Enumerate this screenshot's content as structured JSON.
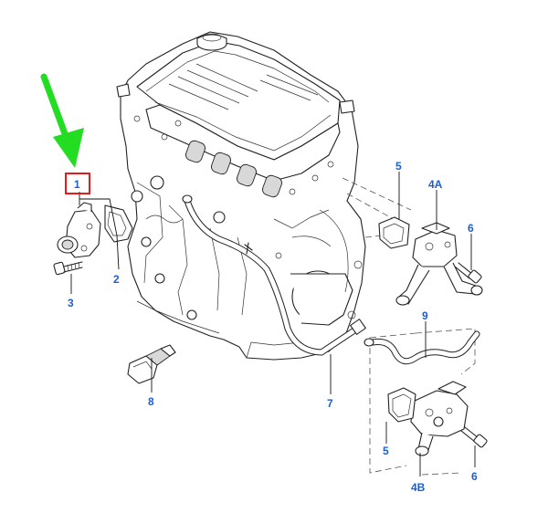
{
  "accent_colors": {
    "label_blue": "#1a5fd6",
    "callout_red": "#e21b1b",
    "arrow_green": "#22dd22"
  },
  "callouts": {
    "c1": "1",
    "c2": "2",
    "c3": "3",
    "c4a": "4A",
    "c4b": "4B",
    "c5_top": "5",
    "c5_bottom": "5",
    "c6_top": "6",
    "c6_bottom": "6",
    "c7": "7",
    "c8": "8",
    "c9": "9"
  },
  "highlight": {
    "arrow": "green-arrow-icon",
    "box": "red-highlight-box"
  }
}
